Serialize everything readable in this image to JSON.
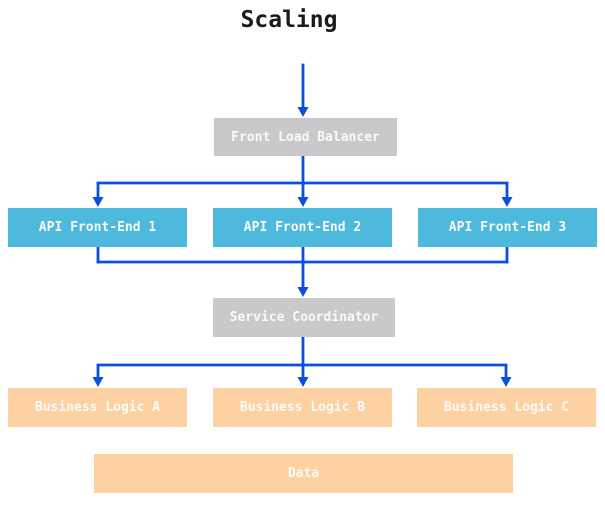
{
  "diagram": {
    "title": "Scaling",
    "nodes": {
      "front_load_balancer": {
        "label": "Front Load Balancer",
        "type": "balancer"
      },
      "api_front_end_1": {
        "label": "API Front-End 1",
        "type": "api"
      },
      "api_front_end_2": {
        "label": "API Front-End 2",
        "type": "api"
      },
      "api_front_end_3": {
        "label": "API Front-End 3",
        "type": "api"
      },
      "service_coordinator": {
        "label": "Service Coordinator",
        "type": "coordinator"
      },
      "business_logic_a": {
        "label": "Business Logic A",
        "type": "logic"
      },
      "business_logic_b": {
        "label": "Business Logic B",
        "type": "logic"
      },
      "business_logic_c": {
        "label": "Business Logic C",
        "type": "logic"
      },
      "data": {
        "label": "Data",
        "type": "data"
      }
    },
    "edges": [
      {
        "from": "title",
        "to": "front_load_balancer"
      },
      {
        "from": "front_load_balancer",
        "to": "api_front_end_1"
      },
      {
        "from": "front_load_balancer",
        "to": "api_front_end_2"
      },
      {
        "from": "front_load_balancer",
        "to": "api_front_end_3"
      },
      {
        "from": "api_front_end_1",
        "to": "service_coordinator"
      },
      {
        "from": "api_front_end_2",
        "to": "service_coordinator"
      },
      {
        "from": "api_front_end_3",
        "to": "service_coordinator"
      },
      {
        "from": "service_coordinator",
        "to": "business_logic_a"
      },
      {
        "from": "service_coordinator",
        "to": "business_logic_b"
      },
      {
        "from": "service_coordinator",
        "to": "business_logic_c"
      }
    ],
    "colors": {
      "balancer_box": "#cac8ca",
      "api_box": "#4db9dd",
      "logic_box": "#fdd1a1",
      "arrow": "#0b4fdb",
      "box_text": "#fafafa",
      "title_text": "#1b1b1b"
    }
  }
}
